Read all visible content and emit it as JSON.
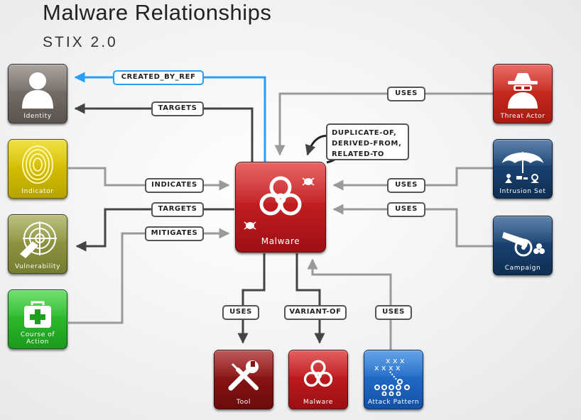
{
  "title": "Malware Relationships",
  "subtitle": "STIX 2.0",
  "colors": {
    "line": "#555555",
    "line_light": "#999999",
    "line_blue": "#2a9df4"
  },
  "nodes": {
    "identity": {
      "label": "Identity",
      "icon": "person-silhouette-icon",
      "color": "#6e6660"
    },
    "indicator": {
      "label": "Indicator",
      "icon": "fingerprint-icon",
      "color": "#d8c400"
    },
    "vulnerability": {
      "label": "Vulnerability",
      "icon": "radar-hand-icon",
      "color": "#8d9340"
    },
    "course_of_action": {
      "label": "Course of Action",
      "icon": "first-aid-kit-icon",
      "color": "#2cbf2c"
    },
    "threat_actor": {
      "label": "Threat Actor",
      "icon": "spy-icon",
      "color": "#c8261c"
    },
    "intrusion_set": {
      "label": "Intrusion Set",
      "icon": "umbrella-icon",
      "color": "#163d6a"
    },
    "campaign": {
      "label": "Campaign",
      "icon": "cannon-icon",
      "color": "#163d6a"
    },
    "malware_center": {
      "label": "Malware",
      "icon": "biohazard-icon",
      "color": "#c0151c"
    },
    "tool": {
      "label": "Tool",
      "icon": "wrench-screwdriver-icon",
      "color": "#8a1010"
    },
    "malware_variant": {
      "label": "Malware",
      "icon": "biohazard-icon",
      "color": "#b8151c"
    },
    "attack_pattern": {
      "label": "Attack Pattern",
      "icon": "play-diagram-icon",
      "color": "#1a68c8"
    }
  },
  "relationships": {
    "created_by_ref": "CREATED_BY_REF",
    "targets_identity": "TARGETS",
    "indicates": "INDICATES",
    "targets_vulnerability": "TARGETS",
    "mitigates": "MITIGATES",
    "uses_threat_actor": "USES",
    "uses_intrusion_set": "USES",
    "uses_campaign": "USES",
    "uses_tool": "USES",
    "variant_of": "VARIANT-OF",
    "uses_attack_pattern": "USES",
    "self_relations": [
      "DUPLICATE-OF,",
      "DERIVED-FROM,",
      "RELATED-TO"
    ]
  }
}
